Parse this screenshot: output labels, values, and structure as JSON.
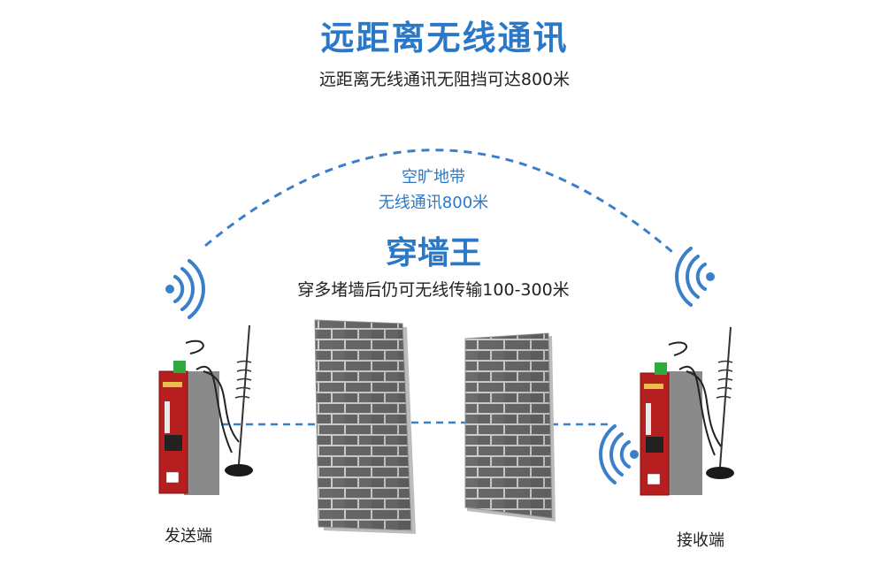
{
  "title": "远距离无线通讯",
  "subtitle": "远距离无线通讯无阻挡可达800米",
  "open_area": {
    "line1": "空旷地带",
    "line2": "无线通讯800米"
  },
  "through_wall": {
    "title": "穿墙王",
    "description": "穿多堵墙后仍可无线传输100-300米"
  },
  "sender": {
    "label": "发送端"
  },
  "receiver": {
    "label": "接收端"
  },
  "colors": {
    "accent": "#2a78c8",
    "device_red": "#b51f1f",
    "connector_green": "#2faa3d",
    "brick": "#6b6b6b",
    "mortar": "#d9d9d9"
  },
  "icons": [
    "wifi-signal-icon",
    "antenna-icon",
    "brick-wall-icon"
  ]
}
